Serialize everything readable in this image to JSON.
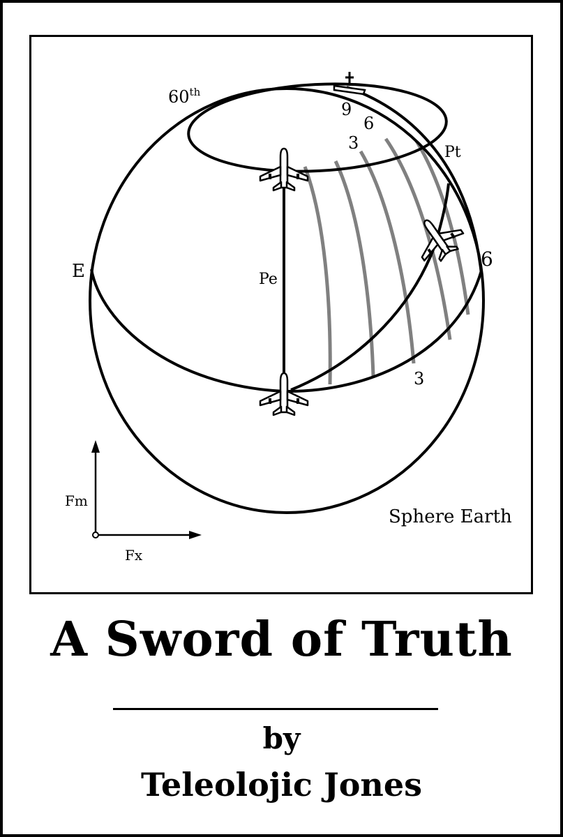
{
  "diagram": {
    "labels": {
      "circle_60th": "60",
      "circle_60th_sup": "th",
      "east": "E",
      "pe": "Pe",
      "pt": "Pt",
      "hour_9": "9",
      "hour_6_top": "6",
      "hour_3_top": "3",
      "hour_6_right": "6",
      "hour_3_bottom": "3",
      "sphere_earth": "Sphere Earth",
      "fm": "Fm",
      "fx": "Fx"
    },
    "icons": [
      "airplane-icon",
      "airplane-icon",
      "airplane-icon",
      "cross-icon"
    ]
  },
  "cover": {
    "title": "A Sword of Truth",
    "by": "by",
    "author": "Teleolojic Jones"
  }
}
